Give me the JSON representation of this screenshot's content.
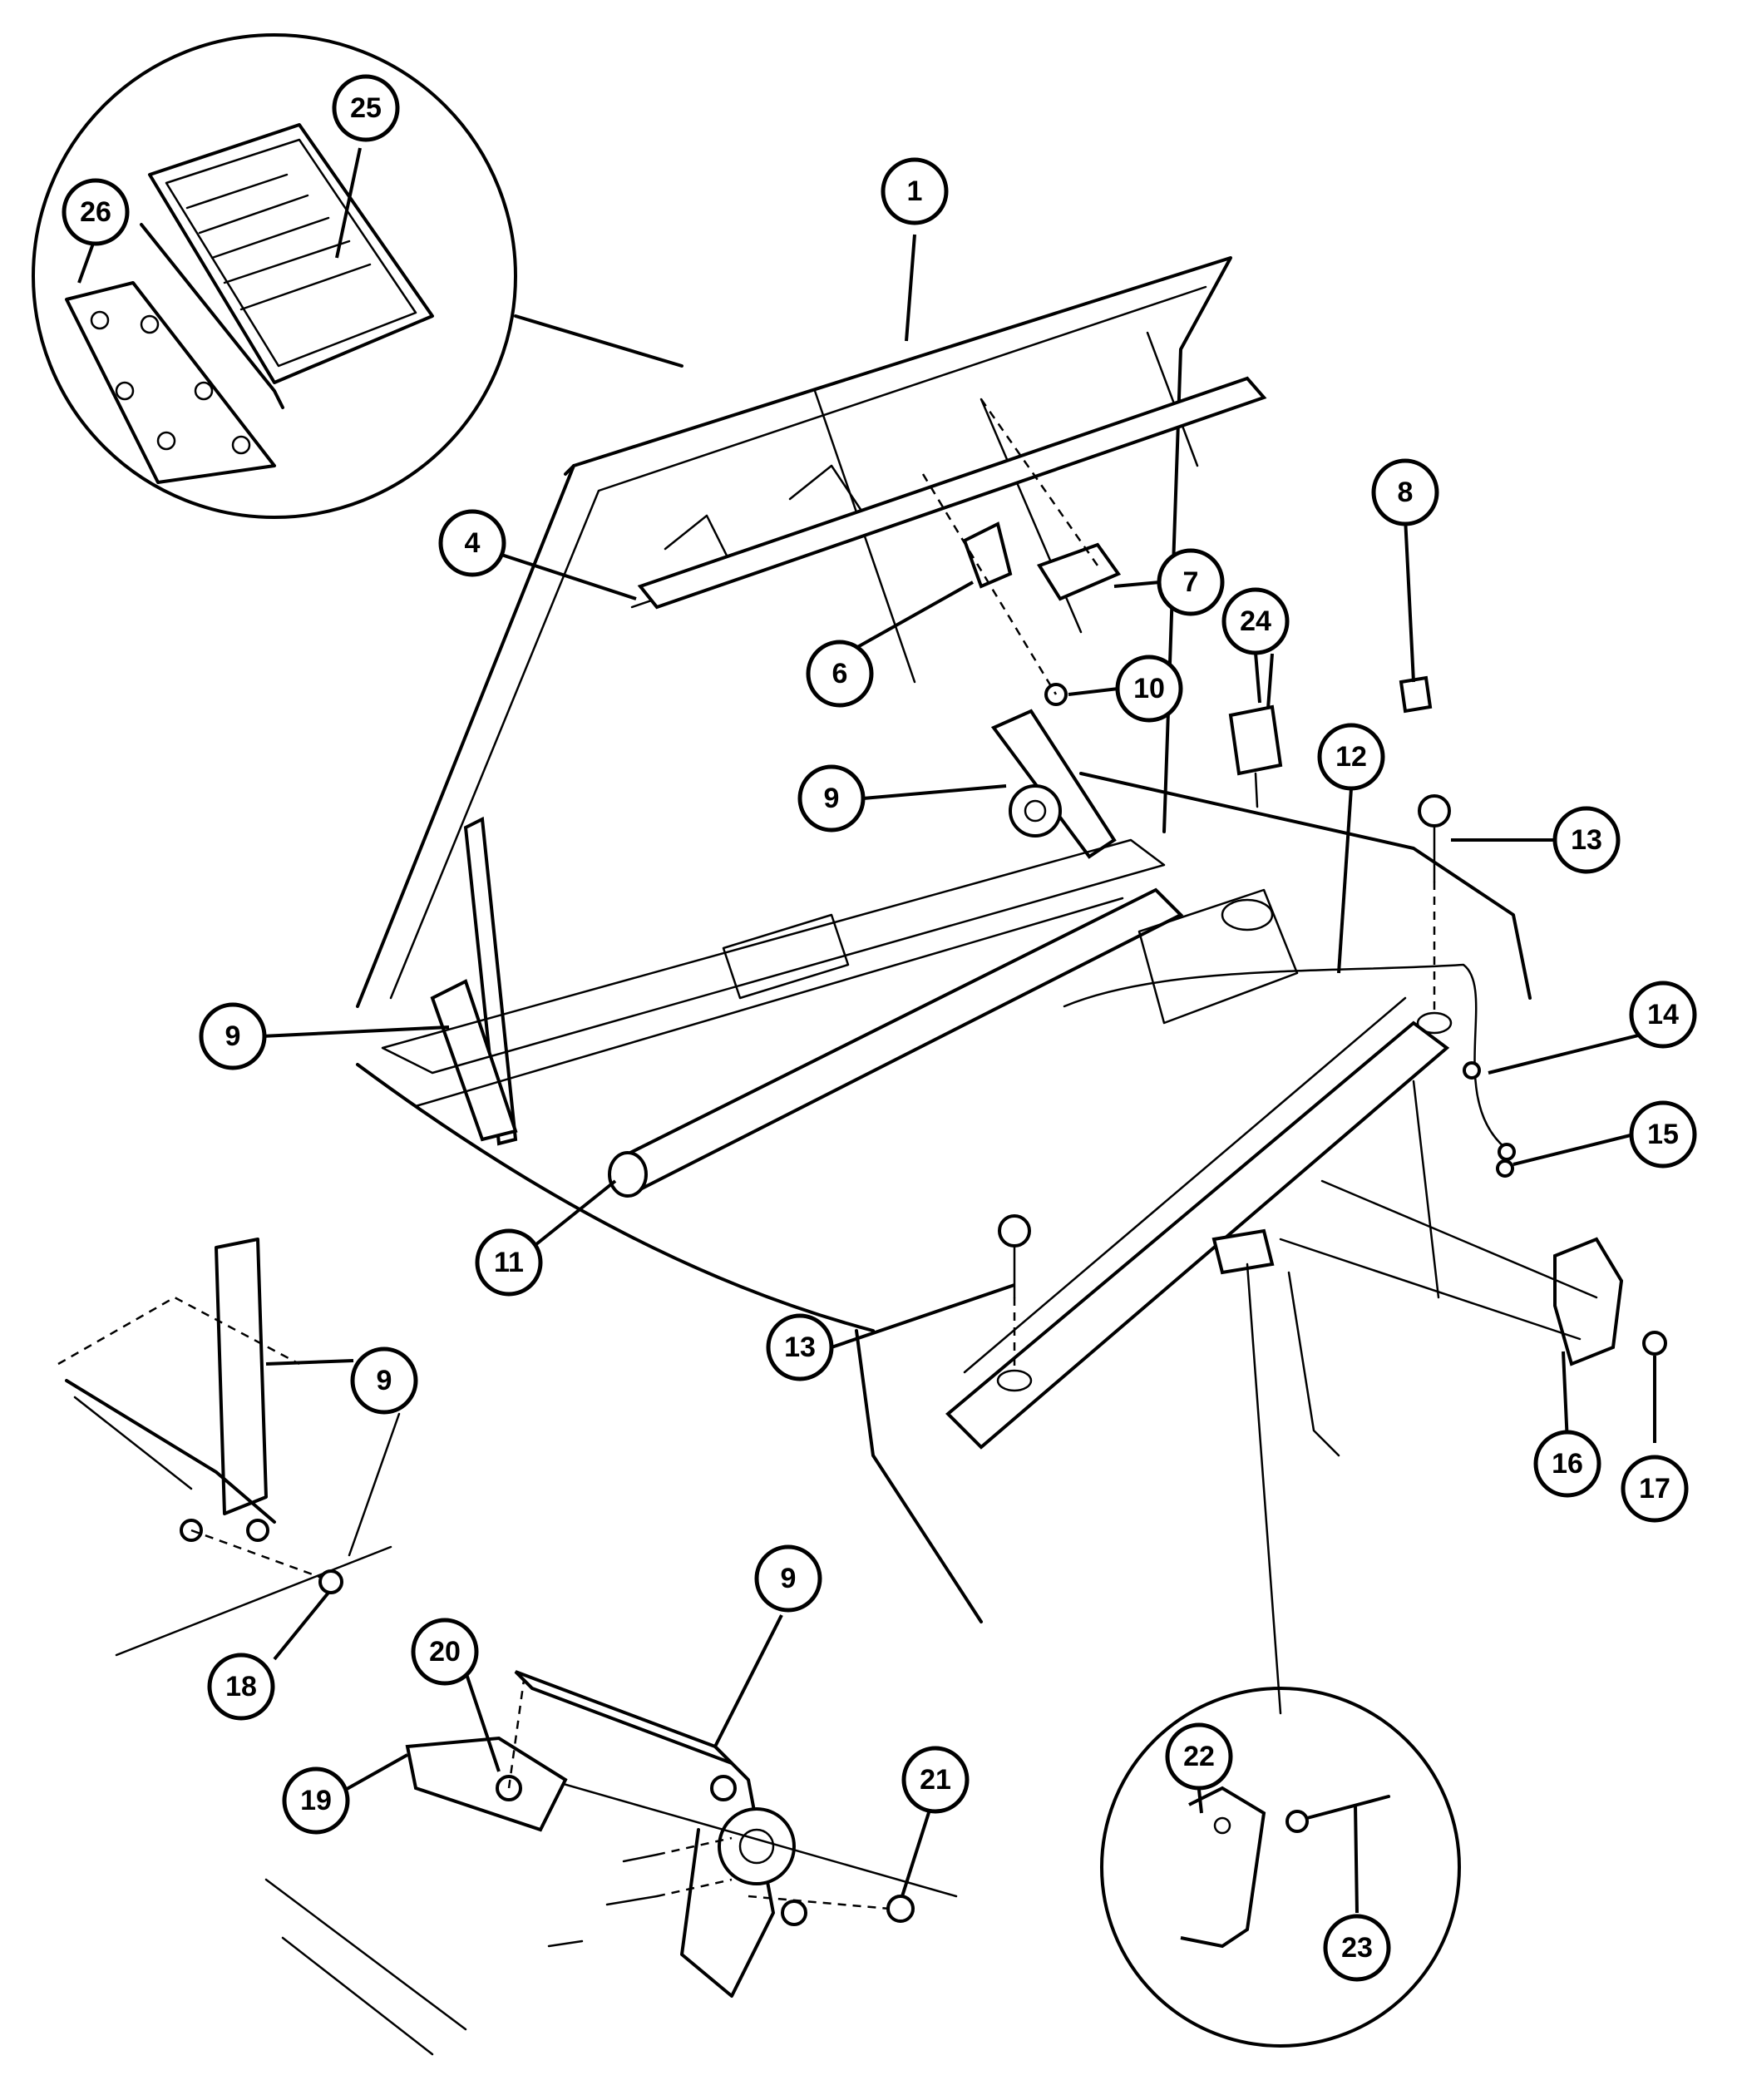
{
  "callouts": {
    "c1": "1",
    "c4": "4",
    "c6": "6",
    "c7": "7",
    "c8": "8",
    "c9a": "9",
    "c9b": "9",
    "c9c": "9",
    "c9d": "9",
    "c10": "10",
    "c11": "11",
    "c12": "12",
    "c13a": "13",
    "c13b": "13",
    "c14": "14",
    "c15": "15",
    "c16": "16",
    "c17": "17",
    "c18": "18",
    "c19": "19",
    "c20": "20",
    "c21": "21",
    "c22": "22",
    "c23": "23",
    "c24": "24",
    "c25": "25",
    "c26": "26"
  }
}
